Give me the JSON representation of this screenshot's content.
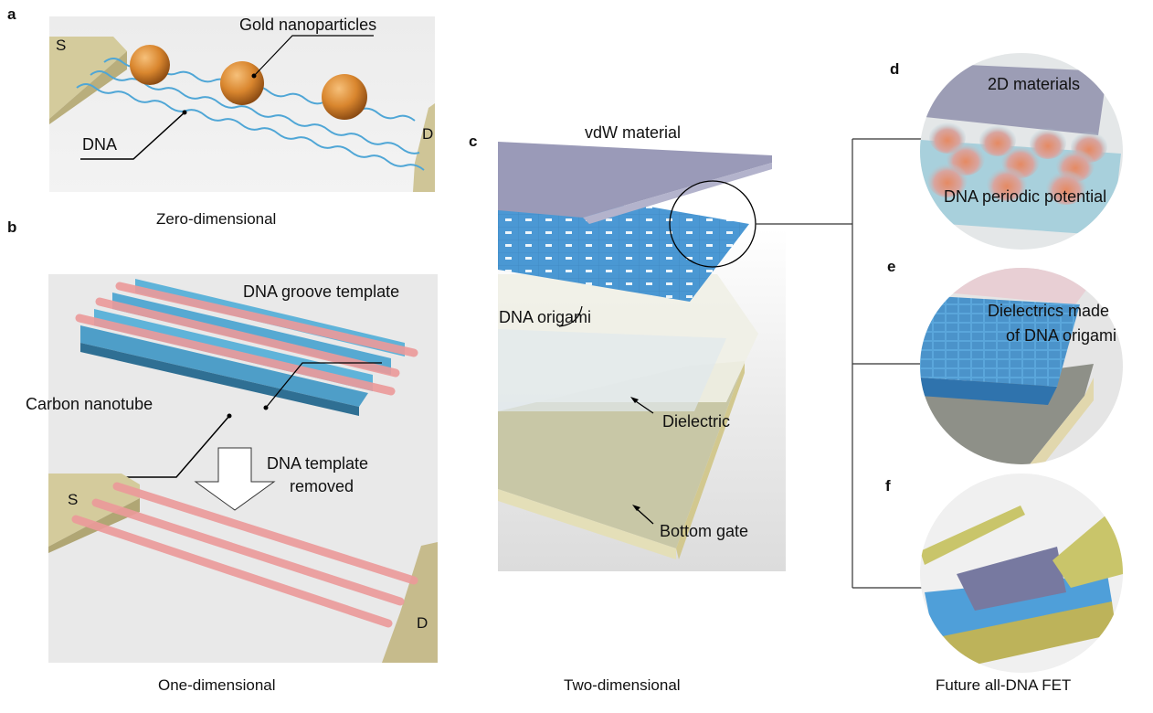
{
  "figure": {
    "panels": {
      "a": {
        "letter": "a",
        "caption": "Zero-dimensional",
        "labels": {
          "gold": "Gold nanoparticles",
          "dna": "DNA",
          "source": "S",
          "drain": "D"
        }
      },
      "b": {
        "letter": "b",
        "caption": "One-dimensional",
        "labels": {
          "groove": "DNA groove template",
          "cnt": "Carbon nanotube",
          "removed_line1": "DNA template",
          "removed_line2": "removed",
          "source": "S",
          "drain": "D"
        }
      },
      "c": {
        "letter": "c",
        "caption": "Two-dimensional",
        "labels": {
          "vdw": "vdW material",
          "origami": "DNA origami",
          "dielectric": "Dielectric",
          "gate": "Bottom gate"
        }
      },
      "d": {
        "letter": "d",
        "labels": {
          "materials": "2D materials",
          "potential": "DNA periodic potential"
        }
      },
      "e": {
        "letter": "e",
        "labels": {
          "line1": "Dielectrics made",
          "line2": "of DNA origami"
        }
      },
      "f": {
        "letter": "f",
        "caption": "Future all-DNA FET"
      }
    },
    "colors": {
      "dna_blue": "#4fa6d6",
      "gold": "#d9862e",
      "electrode": "#d8cfa3",
      "cnt_pink": "#ec9a9a",
      "vdw_purple": "#9a9ab8",
      "origami_blue": "#3b8fd0",
      "background_gray": "#e9e9e9"
    }
  }
}
